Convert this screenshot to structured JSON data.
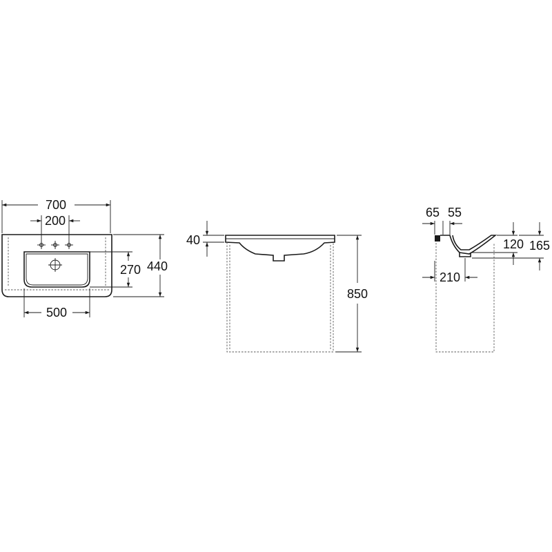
{
  "top_view": {
    "overall_width": "700",
    "tap_spacing": "200",
    "basin_width": "500",
    "basin_depth": "270",
    "overall_depth": "440"
  },
  "front_view": {
    "rim_thickness": "40",
    "total_height": "850"
  },
  "side_view": {
    "back_ledge": "65",
    "rim_offset": "55",
    "bowl_depth": "120",
    "overall_height": "165",
    "drain_distance": "210"
  }
}
